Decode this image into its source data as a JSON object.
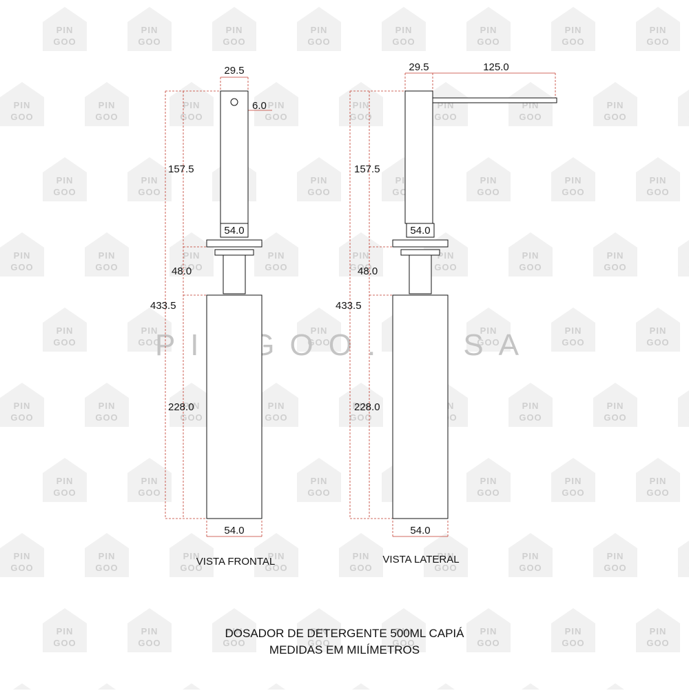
{
  "watermark": {
    "tile_line1": "PIN",
    "tile_line2": "GOO",
    "brand": "PINGOO.CASA"
  },
  "front_view": {
    "label": "VISTA FRONTAL",
    "dims": {
      "pump_width": "29.5",
      "hole": "6.0",
      "pump_height": "157.5",
      "flange": "54.0",
      "thread": "48.0",
      "total": "433.5",
      "bottle_height": "228.0",
      "bottle_width": "54.0"
    }
  },
  "side_view": {
    "label": "VISTA LATERAL",
    "dims": {
      "pump_width": "29.5",
      "spout": "125.0",
      "pump_height": "157.5",
      "flange": "54.0",
      "thread": "48.0",
      "total": "433.5",
      "bottle_height": "228.0",
      "bottle_width": "54.0"
    }
  },
  "title": {
    "line1": "DOSADOR DE DETERGENTE 500ML CAPIÁ",
    "line2": "MEDIDAS EM MILÍMETROS"
  }
}
